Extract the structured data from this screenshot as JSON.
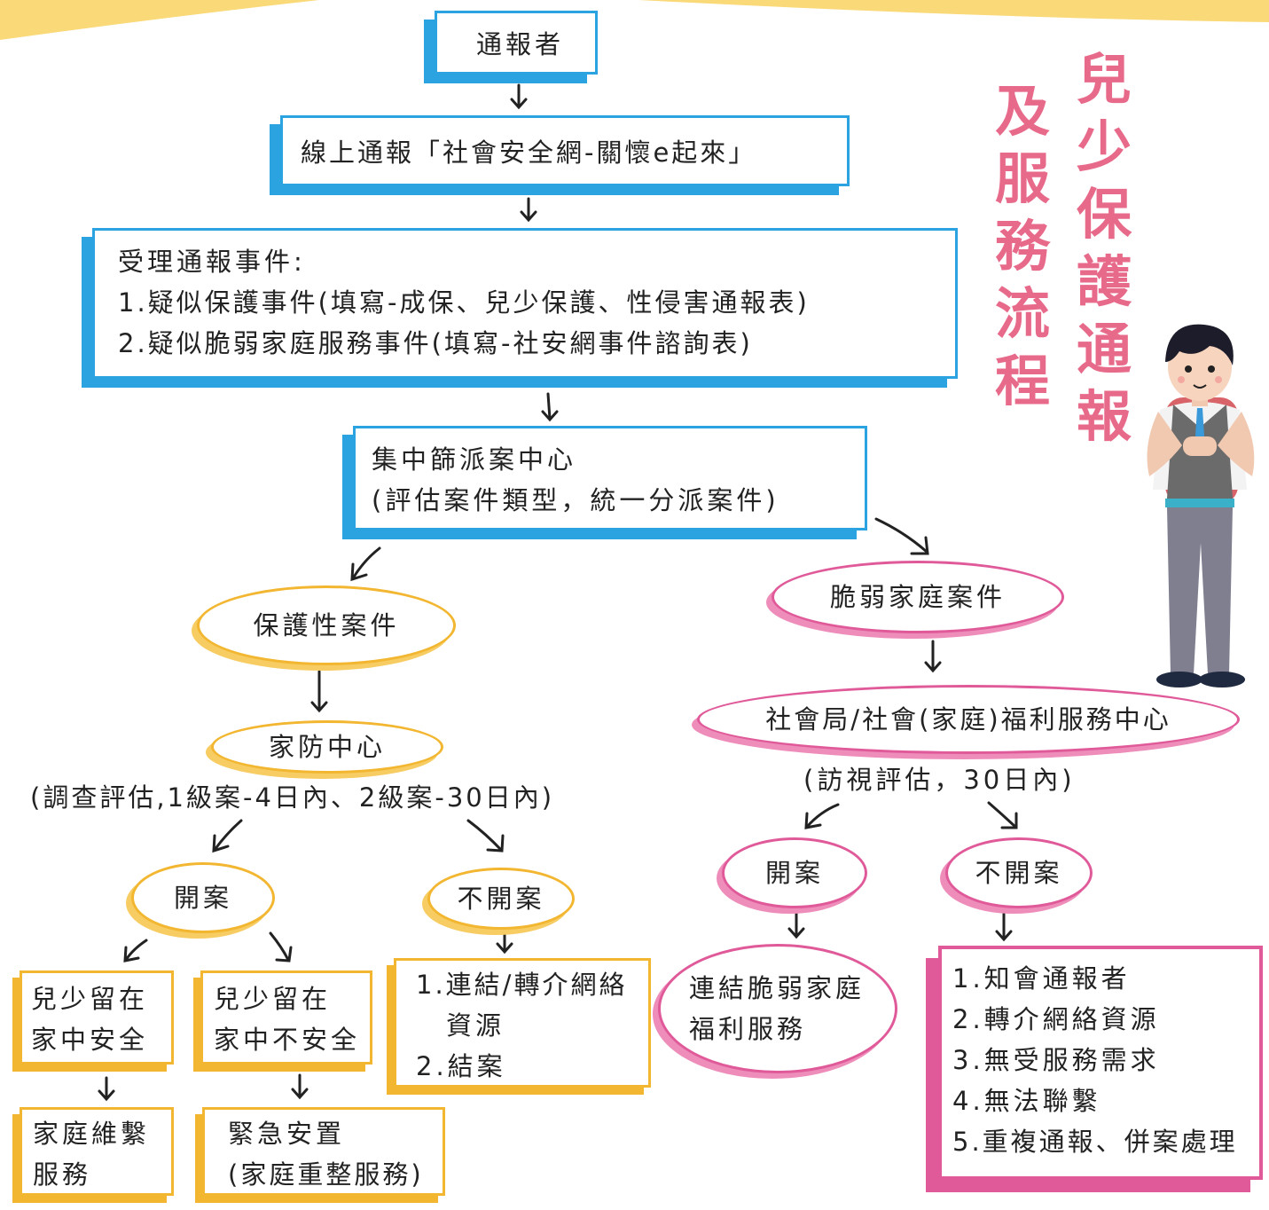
{
  "title": {
    "line1": "兒少保護通報",
    "line2": "及服務流程"
  },
  "nodes": {
    "reporter": "通報者",
    "online": "線上通報「社會安全網-關懷e起來」",
    "accept": {
      "l1": "受理通報事件:",
      "l2": "1.疑似保護事件(填寫-成保、兒少保護、性侵害通報表)",
      "l3": "2.疑似脆弱家庭服務事件(填寫-社安網事件諮詢表)"
    },
    "center": {
      "l1": "集中篩派案中心",
      "l2": "(評估案件類型，統一分派案件)"
    },
    "protective": "保護性案件",
    "vulnerable": "脆弱家庭案件",
    "family_center": "家防中心",
    "investigate": "(調查評估,1級案-4日內、2級案-30日內)",
    "social_center": "社會局/社會(家庭)福利服務中心",
    "visit": "(訪視評估，30日內)",
    "open_left": "開案",
    "notopen_left": "不開案",
    "open_right": "開案",
    "notopen_right": "不開案",
    "safe": {
      "l1": "兒少留在",
      "l2": "家中安全"
    },
    "unsafe": {
      "l1": "兒少留在",
      "l2": "家中不安全"
    },
    "left_no_list": {
      "l1": "1.連結/轉介網絡",
      "l2": "資源",
      "l3": "2.結案"
    },
    "preserve": {
      "l1": "家庭維繫",
      "l2": "服務"
    },
    "emergency": {
      "l1": "緊急安置",
      "l2": "(家庭重整服務)"
    },
    "link_vuln": {
      "l1": "連結脆弱家庭",
      "l2": "福利服務"
    },
    "right_no_list": {
      "l1": "1.知會通報者",
      "l2": "2.轉介網絡資源",
      "l3": "3.無受服務需求",
      "l4": "4.無法聯繫",
      "l5": "5.重複通報、併案處理"
    }
  },
  "colors": {
    "blue": "#2aa3e0",
    "yellow": "#f2b630",
    "pink": "#e05a9a",
    "title": "#e86a8a"
  },
  "illustration": "student-boy-illustration"
}
